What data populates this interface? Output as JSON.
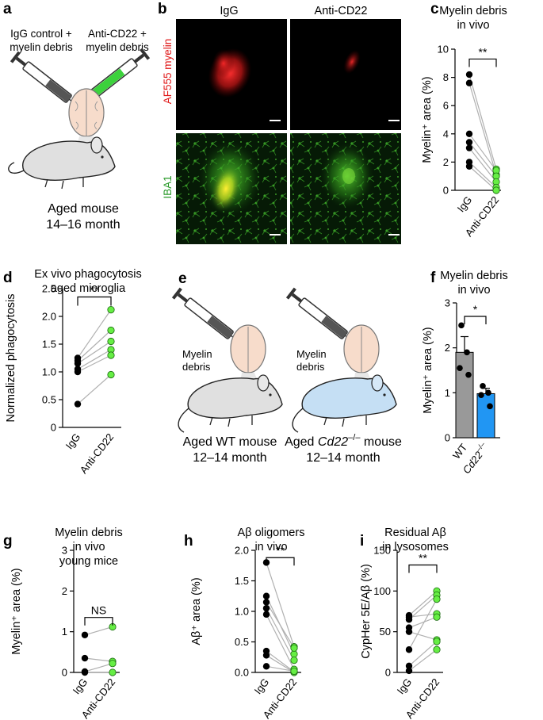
{
  "panels": {
    "a": {
      "letter": "a",
      "left_label": [
        "IgG control +",
        "myelin debris"
      ],
      "right_label": [
        "Anti-CD22 +",
        "myelin debris"
      ],
      "caption": [
        "Aged mouse",
        "14–16 month"
      ]
    },
    "b": {
      "letter": "b",
      "col_labels": [
        "IgG",
        "Anti-CD22"
      ],
      "row_labels": [
        "AF555 myelin",
        "IBA1"
      ],
      "colors": {
        "myelin": "#ff2020",
        "iba1": "#2eb82e"
      }
    },
    "e": {
      "letter": "e",
      "left_label": [
        "Myelin",
        "debris"
      ],
      "right_label": [
        "Myelin",
        "debris"
      ],
      "left_caption": [
        "Aged WT mouse",
        "12–14 month"
      ],
      "right_caption_pre": "Aged ",
      "right_caption_gene": "Cd22",
      "right_caption_sup": "–/–",
      "right_caption_post": " mouse",
      "right_caption_line2": "12–14 month",
      "mouse_colors": {
        "wt": "#e0e0e0",
        "ko": "#c5dff4"
      }
    }
  },
  "chart_data": [
    {
      "id": "c",
      "letter": "c",
      "type": "scatter",
      "title": [
        "Myelin debris",
        "in vivo"
      ],
      "ylabel": "Myelin⁺ area (%)",
      "categories": [
        "IgG",
        "Anti-CD22"
      ],
      "ylim": [
        0,
        10
      ],
      "yticks": [
        0,
        2,
        4,
        6,
        8,
        10
      ],
      "significance": "**",
      "series": [
        {
          "values": [
            8.2,
            1.5
          ]
        },
        {
          "values": [
            7.6,
            1.1
          ]
        },
        {
          "values": [
            4.0,
            1.4
          ]
        },
        {
          "values": [
            3.4,
            1.0
          ]
        },
        {
          "values": [
            3.0,
            0.6
          ]
        },
        {
          "values": [
            2.0,
            0.2
          ]
        },
        {
          "values": [
            1.7,
            0.0
          ]
        }
      ],
      "colors": {
        "left": "#000000",
        "right": "#66ee44",
        "line": "#b0b0b0"
      }
    },
    {
      "id": "d",
      "letter": "d",
      "type": "scatter",
      "title": [
        "Ex vivo phagocytosis",
        "aged microglia"
      ],
      "ylabel": "Normalized phagocytosis",
      "categories": [
        "IgG",
        "Anti-CD22"
      ],
      "ylim": [
        0,
        2.5
      ],
      "yticks": [
        "0",
        "0.5",
        "1.0",
        "1.5",
        "2.0",
        "2.5"
      ],
      "significance": "**",
      "series": [
        {
          "values": [
            1.25,
            2.12
          ]
        },
        {
          "values": [
            1.2,
            1.75
          ]
        },
        {
          "values": [
            1.15,
            1.55
          ]
        },
        {
          "values": [
            1.05,
            1.4
          ]
        },
        {
          "values": [
            1.0,
            1.3
          ]
        },
        {
          "values": [
            0.42,
            0.95
          ]
        }
      ],
      "colors": {
        "left": "#000000",
        "right": "#66ee44",
        "line": "#b0b0b0"
      }
    },
    {
      "id": "f",
      "letter": "f",
      "type": "bar",
      "title": [
        "Myelin debris",
        "in vivo"
      ],
      "ylabel": "Myelin⁺ area (%)",
      "categories": [
        "WT",
        "Cd22–/–"
      ],
      "values": [
        1.9,
        0.98
      ],
      "errors": [
        0.35,
        0.12
      ],
      "ylim": [
        0,
        3
      ],
      "yticks": [
        0,
        1,
        2,
        3
      ],
      "significance": "*",
      "points": [
        [
          2.5,
          1.9,
          1.55,
          1.4
        ],
        [
          1.15,
          1.0,
          0.95,
          0.7
        ]
      ],
      "colors": {
        "bars": [
          "#999999",
          "#2196f3"
        ]
      }
    },
    {
      "id": "g",
      "letter": "g",
      "type": "scatter",
      "title": [
        "Myelin debris",
        "in vivo",
        "young mice"
      ],
      "ylabel": "Myelin⁺ area (%)",
      "categories": [
        "IgG",
        "Anti-CD22"
      ],
      "ylim": [
        0,
        3
      ],
      "yticks": [
        0,
        1,
        2,
        3
      ],
      "significance": "NS",
      "series": [
        {
          "values": [
            0.92,
            1.12
          ]
        },
        {
          "values": [
            0.35,
            0.27
          ]
        },
        {
          "values": [
            0.02,
            0.22
          ]
        },
        {
          "values": [
            0.0,
            0.0
          ]
        }
      ],
      "colors": {
        "left": "#000000",
        "right": "#66ee44",
        "line": "#b0b0b0"
      }
    },
    {
      "id": "h",
      "letter": "h",
      "type": "scatter",
      "title": [
        "Aβ oligomers",
        "in vivo"
      ],
      "ylabel": "Aβ⁺ area (%)",
      "categories": [
        "IgG",
        "Anti-CD22"
      ],
      "ylim": [
        0,
        2.0
      ],
      "yticks": [
        "0.0",
        "0.5",
        "1.0",
        "1.5",
        "2.0"
      ],
      "significance": "**",
      "series": [
        {
          "values": [
            1.8,
            0.42
          ]
        },
        {
          "values": [
            1.25,
            0.3
          ]
        },
        {
          "values": [
            1.15,
            0.4
          ]
        },
        {
          "values": [
            1.05,
            0.2
          ]
        },
        {
          "values": [
            0.95,
            0.05
          ]
        },
        {
          "values": [
            0.35,
            0.01
          ]
        },
        {
          "values": [
            0.28,
            0.0
          ]
        },
        {
          "values": [
            0.1,
            0.02
          ]
        }
      ],
      "colors": {
        "left": "#000000",
        "right": "#66ee44",
        "line": "#b0b0b0"
      }
    },
    {
      "id": "i",
      "letter": "i",
      "type": "scatter",
      "title": [
        "Residual Aβ",
        "in lysosomes"
      ],
      "ylabel": "CypHer 5E/Aβ (%)",
      "categories": [
        "IgG",
        "Anti-CD22"
      ],
      "ylim": [
        0,
        150
      ],
      "yticks": [
        0,
        50,
        100,
        150
      ],
      "significance": "**",
      "series": [
        {
          "values": [
            70,
            100
          ]
        },
        {
          "values": [
            65,
            95
          ]
        },
        {
          "values": [
            68,
            72
          ]
        },
        {
          "values": [
            55,
            68
          ]
        },
        {
          "values": [
            50,
            40
          ]
        },
        {
          "values": [
            28,
            90
          ]
        },
        {
          "values": [
            8,
            38
          ]
        },
        {
          "values": [
            2,
            28
          ]
        }
      ],
      "colors": {
        "left": "#000000",
        "right": "#66ee44",
        "line": "#b0b0b0"
      }
    }
  ]
}
